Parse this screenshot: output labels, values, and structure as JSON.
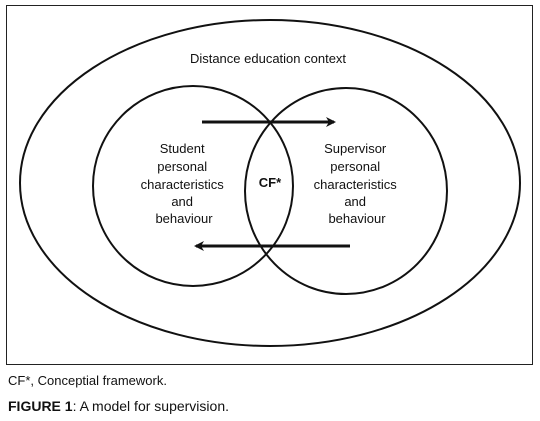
{
  "diagram": {
    "context_label": "Distance education context",
    "student_label_lines": [
      "Student",
      "personal",
      "characteristics",
      "and",
      "behaviour"
    ],
    "supervisor_label_lines": [
      "Supervisor",
      "personal",
      "characteristics",
      "and",
      "behaviour"
    ],
    "center_label": "CF*"
  },
  "footnote": "CF*, Conceptial framework.",
  "caption": {
    "label": "FIGURE 1",
    "text": ": A model for supervision."
  }
}
